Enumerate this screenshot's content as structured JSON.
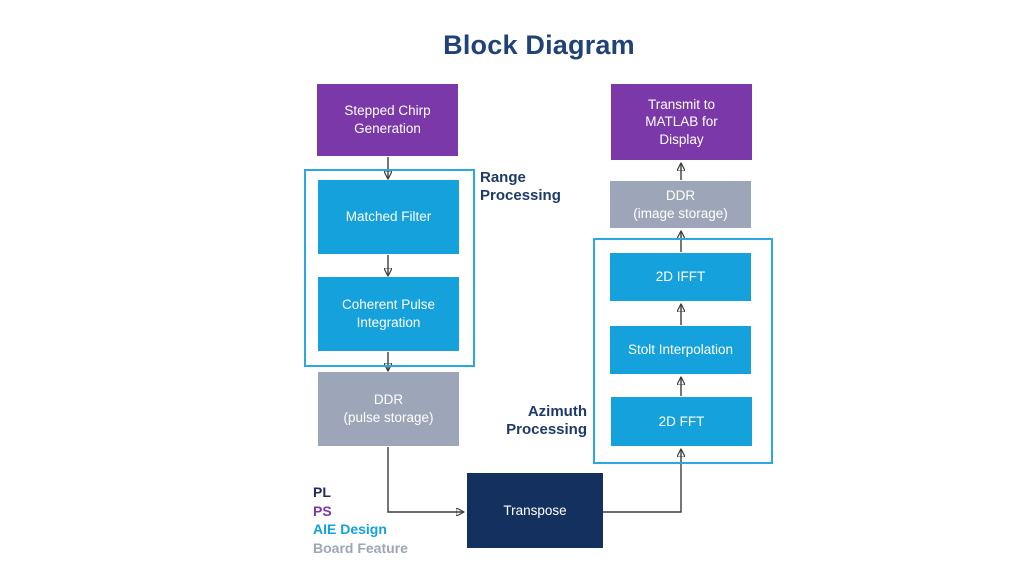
{
  "title": "Block Diagram",
  "colors": {
    "title_text": "#1f4277",
    "heading_text": "#1e3a69",
    "ps_purple": "#7a38a8",
    "aie_cyan": "#14a1dc",
    "board_gray": "#9ca6b8",
    "pl_navy": "#13305f",
    "group_border": "#2aa9e0",
    "connector": "#3c3c3c"
  },
  "diagram": {
    "nodes": {
      "stepped_chirp": {
        "label": [
          "Stepped Chirp",
          "Generation"
        ],
        "category": "PS"
      },
      "matched_filter": {
        "label": [
          "Matched Filter"
        ],
        "category": "AIE Design"
      },
      "coherent_pulse": {
        "label": [
          "Coherent Pulse",
          "Integration"
        ],
        "category": "AIE Design"
      },
      "ddr_pulse": {
        "label": [
          "DDR",
          "(pulse storage)"
        ],
        "category": "Board Feature"
      },
      "transpose": {
        "label": [
          "Transpose"
        ],
        "category": "PL"
      },
      "fft2d": {
        "label": [
          "2D FFT"
        ],
        "category": "AIE Design"
      },
      "stolt": {
        "label": [
          "Stolt Interpolation"
        ],
        "category": "AIE Design"
      },
      "ifft2d": {
        "label": [
          "2D IFFT"
        ],
        "category": "AIE Design"
      },
      "ddr_image": {
        "label": [
          "DDR",
          "(image storage)"
        ],
        "category": "Board Feature"
      },
      "transmit": {
        "label": [
          "Transmit to",
          "MATLAB for",
          "Display"
        ],
        "category": "PS"
      }
    },
    "groups": {
      "range": {
        "label": [
          "Range",
          "Processing"
        ]
      },
      "azimuth": {
        "label": [
          "Azimuth",
          "Processing"
        ]
      }
    },
    "legend": [
      {
        "label": "PL",
        "color": "#252a61"
      },
      {
        "label": "PS",
        "color": "#7a38a8"
      },
      {
        "label": "AIE Design",
        "color": "#14a1dc"
      },
      {
        "label": "Board Feature",
        "color": "#9ca6b8"
      }
    ]
  }
}
